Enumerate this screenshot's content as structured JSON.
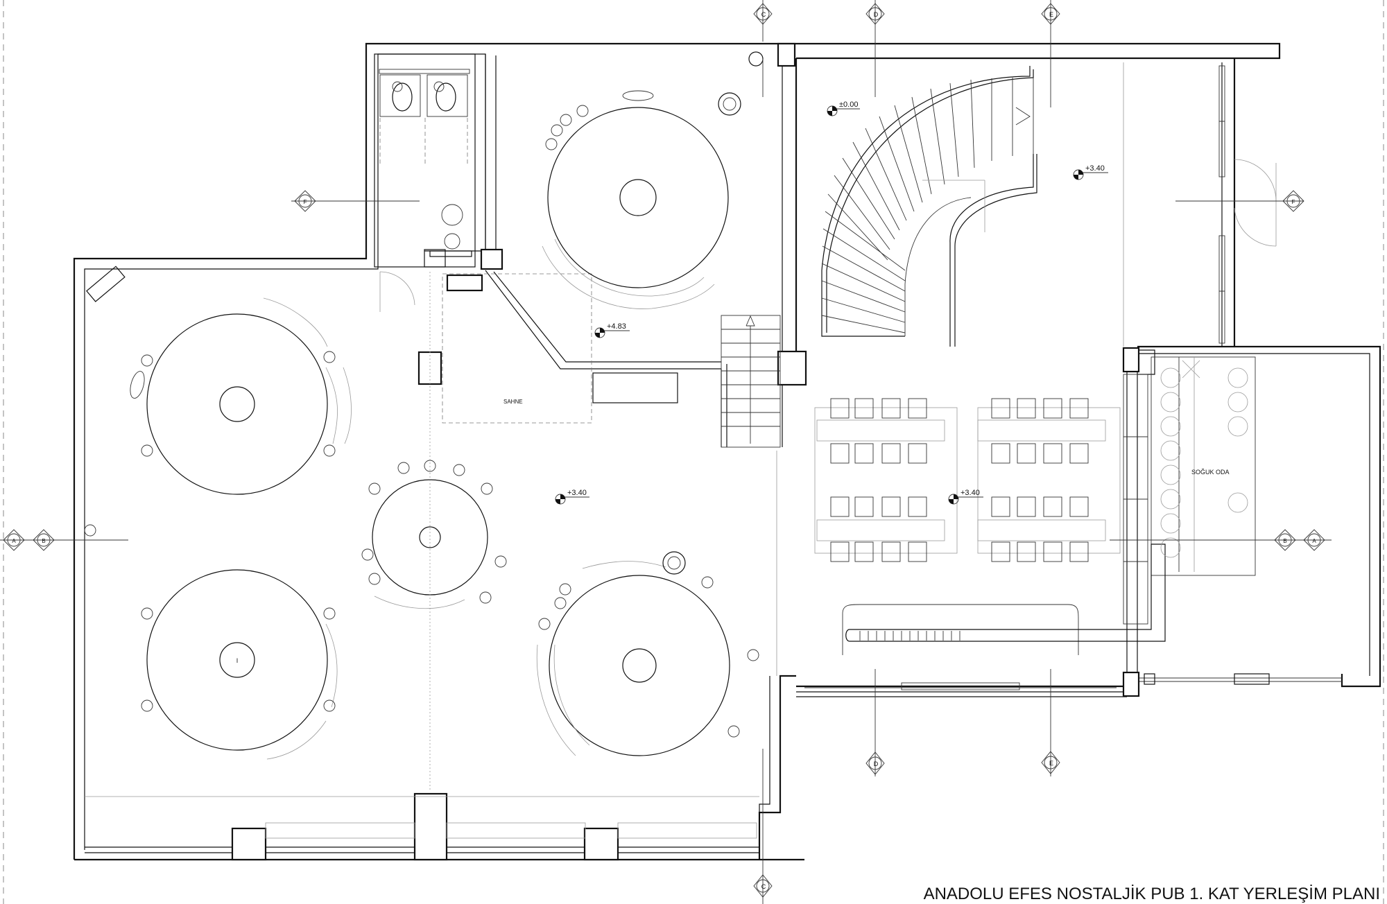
{
  "title": "ANADOLU EFES NOSTALJİK PUB 1. KAT YERLEŞİM PLANI",
  "room_labels": {
    "stage": "SAHNE",
    "cold_room": "SOĞUK ODA"
  },
  "levels": {
    "stair_landing": "±0.00",
    "upper_right": "+3.40",
    "stage_area": "+4.83",
    "main_hall": "+3.40",
    "dining_area": "+3.40"
  },
  "section_markers": {
    "top_c": "C",
    "top_d": "D",
    "top_e": "E",
    "bottom_c": "C",
    "bottom_d": "D",
    "bottom_e": "E",
    "left_a": "A",
    "left_b": "B",
    "right_a": "A",
    "right_b": "B",
    "left_f": "F",
    "right_f": "F"
  },
  "central_table_mark": "I"
}
